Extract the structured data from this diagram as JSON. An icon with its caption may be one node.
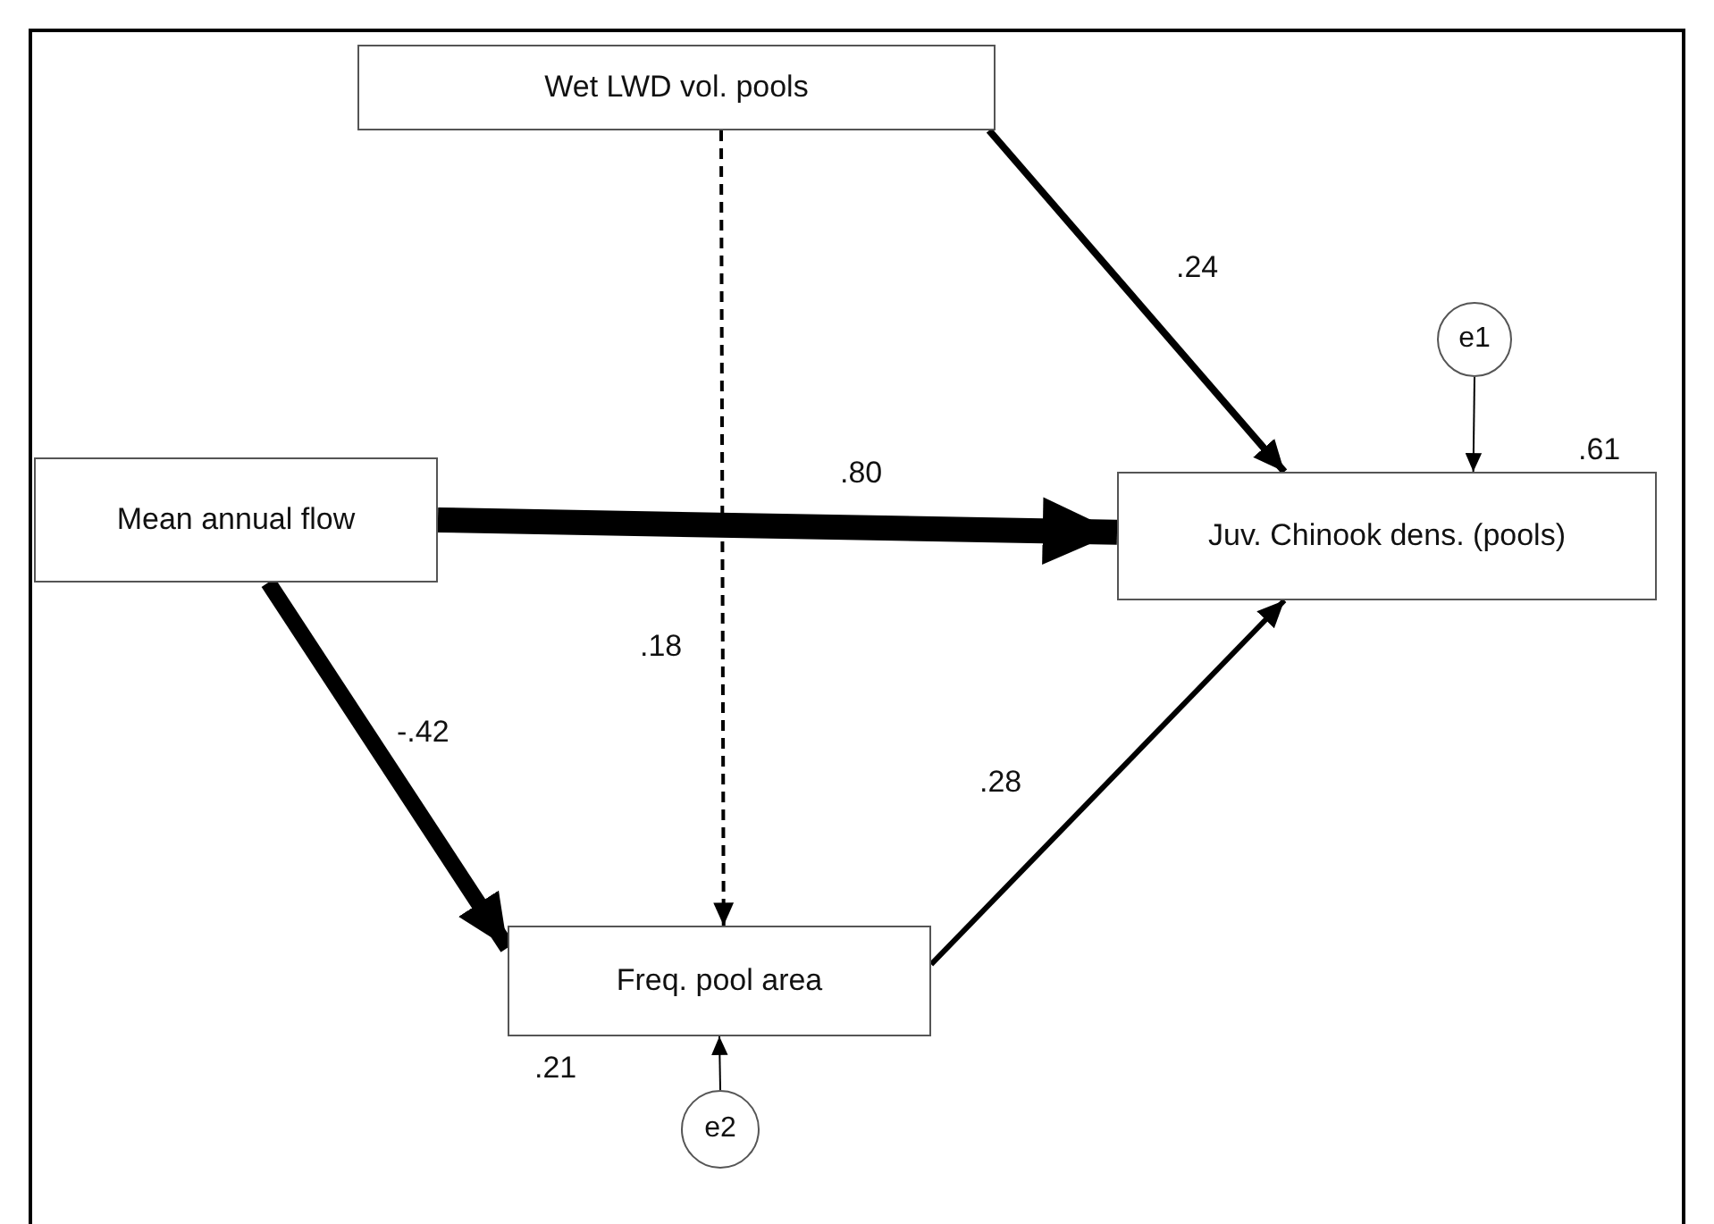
{
  "diagram": {
    "nodes": [
      {
        "text": [
          "Wet LWD vol. pools"
        ]
      },
      {
        "text": [
          "e1"
        ]
      },
      {
        "text": [
          "Mean annual flow"
        ]
      },
      {
        "text": [
          "Juv. Chinook dens. (pools)"
        ],
        "beside": [
          ".61"
        ]
      },
      {
        "text": [
          "Freq. pool area"
        ],
        "beside": [
          ".21"
        ]
      },
      {
        "text": [
          "e2"
        ]
      }
    ],
    "edges": [
      {
        "from": 0,
        "to": 3,
        "arrow": "to",
        "label": ".24"
      },
      {
        "from": 2,
        "to": 3,
        "arrow": "to",
        "label": ".80",
        "style": "thick"
      },
      {
        "from": 0,
        "to": 4,
        "arrow": "to",
        "label": ".18",
        "style": "dashed"
      },
      {
        "from": 2,
        "to": 4,
        "arrow": "to",
        "label": "-.42",
        "style": "thick"
      },
      {
        "from": 4,
        "to": 3,
        "arrow": "to",
        "label": ".28"
      },
      {
        "from": 1,
        "to": 3,
        "arrow": "to"
      },
      {
        "from": 5,
        "to": 4,
        "arrow": "to"
      }
    ]
  }
}
